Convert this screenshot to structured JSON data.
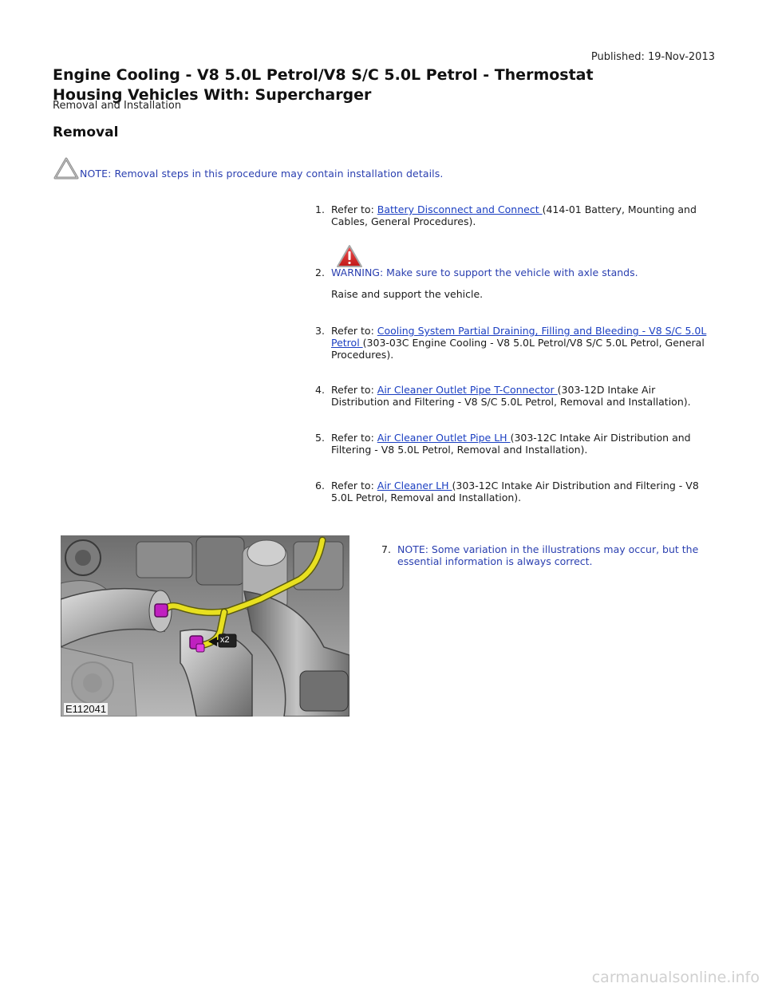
{
  "header": {
    "published": "Published: 19-Nov-2013",
    "title": "Engine Cooling - V8 5.0L Petrol/V8 S/C 5.0L Petrol - Thermostat Housing Vehicles With: Supercharger",
    "subtitle": "Removal and Installation"
  },
  "section": {
    "heading": "Removal"
  },
  "note": {
    "text": "NOTE: Removal steps in this procedure may contain installation details."
  },
  "steps": [
    {
      "num": "1.",
      "prefix": "Refer to: ",
      "link": "Battery Disconnect and Connect ",
      "suffix": "(414-01 Battery, Mounting and Cables, General Procedures)."
    },
    {
      "num": "2.",
      "warning": "WARNING: Make sure to support the vehicle with axle stands.",
      "text": "Raise and support the vehicle."
    },
    {
      "num": "3.",
      "prefix": "Refer to: ",
      "link": "Cooling System Partial Draining, Filling and Bleeding - V8 S/C 5.0L Petrol ",
      "suffix": "(303-03C Engine Cooling - V8 5.0L Petrol/V8 S/C 5.0L Petrol, General Procedures)."
    },
    {
      "num": "4.",
      "prefix": "Refer to: ",
      "link": "Air Cleaner Outlet Pipe T-Connector ",
      "suffix": "(303-12D Intake Air Distribution and Filtering - V8 S/C 5.0L Petrol, Removal and Installation)."
    },
    {
      "num": "5.",
      "prefix": "Refer to: ",
      "link": "Air Cleaner Outlet Pipe LH ",
      "suffix": "(303-12C Intake Air Distribution and Filtering - V8 5.0L Petrol, Removal and Installation)."
    },
    {
      "num": "6.",
      "prefix": "Refer to: ",
      "link": "Air Cleaner LH ",
      "suffix": "(303-12C Intake Air Distribution and Filtering - V8 5.0L Petrol, Removal and Installation)."
    },
    {
      "num": "7.",
      "note": "NOTE: Some variation in the illustrations may occur, but the essential information is always correct."
    }
  ],
  "figure": {
    "label": "E112041",
    "callout": "x2"
  },
  "watermark": "carmanualsonline.info",
  "colors": {
    "note_blue": "#2a3fb0",
    "link_blue": "#1b3fc2",
    "warning_red": "#d62b2b",
    "hose_yellow": "#e8e020",
    "clip_magenta": "#c020c0"
  },
  "icons": {
    "note": "caution-triangle-outline-icon",
    "warning": "warning-triangle-red-icon"
  }
}
